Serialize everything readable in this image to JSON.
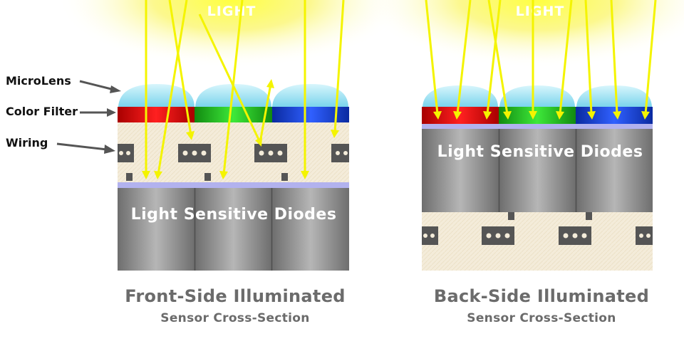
{
  "light_label": "LIGHT",
  "labels": {
    "microlens": "MicroLens",
    "color_filter": "Color Filter",
    "wiring": "Wiring"
  },
  "diodes_label": "Light Sensitive Diodes",
  "front": {
    "title": "Front-Side Illuminated",
    "subtitle": "Sensor Cross-Section"
  },
  "back": {
    "title": "Back-Side Illuminated",
    "subtitle": "Sensor Cross-Section"
  },
  "colors": {
    "light": "#f4f400",
    "red_filter": "#e00000",
    "green_filter": "#22c41c",
    "blue_filter": "#1640d8",
    "microlens": "#9ee2f2",
    "wiring_layer": "#f3ead8",
    "interface": "#b2b2ee",
    "diode": "#8c8c8c",
    "caption": "#6b6b6b"
  }
}
